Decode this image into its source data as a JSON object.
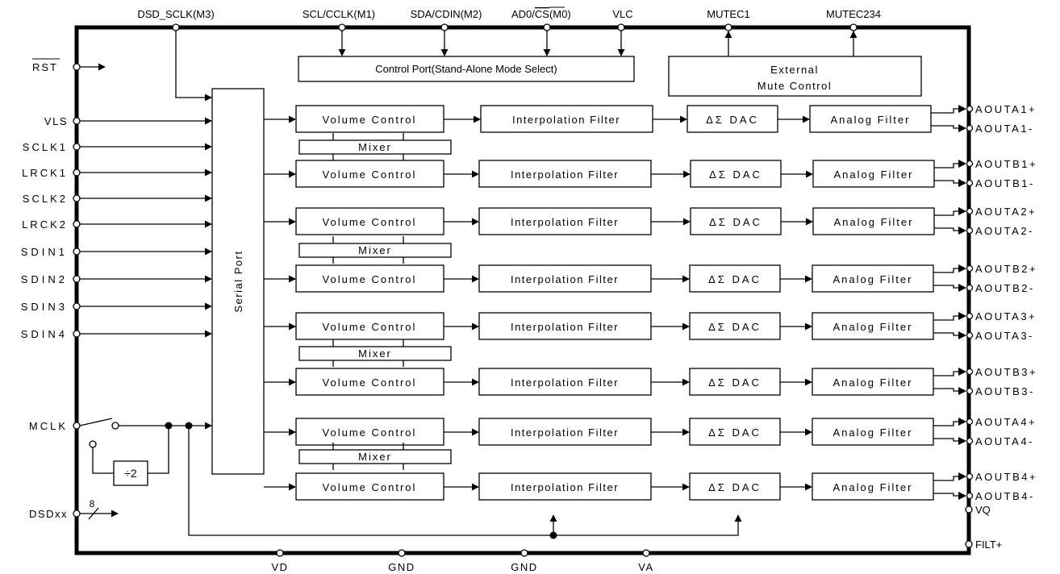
{
  "top_pins": {
    "dsd_sclk": "DSD_SCLK(M3)",
    "scl": "SCL/CCLK(M1)",
    "sda": "SDA/CDIN(M2)",
    "ad0_prefix": "AD0/",
    "ad0_cs": "CS",
    "ad0_suffix": "(M0)",
    "vlc": "VLC",
    "mutec1": "MUTEC1",
    "mutec234": "MUTEC234"
  },
  "left_pins": {
    "rst": "RST",
    "vls": "VLS",
    "sclk1": "SCLK1",
    "lrck1": "LRCK1",
    "sclk2": "SCLK2",
    "lrck2": "LRCK2",
    "sdin1": "SDIN1",
    "sdin2": "SDIN2",
    "sdin3": "SDIN3",
    "sdin4": "SDIN4",
    "mclk": "MCLK",
    "dsdxx": "DSDxx",
    "bus_width": "8"
  },
  "bottom_pins": {
    "vd": "VD",
    "gnd1": "GND",
    "gnd2": "GND",
    "va": "VA"
  },
  "right_pins": {
    "outputs": [
      "AOUTA1+",
      "AOUTA1-",
      "AOUTB1+",
      "AOUTB1-",
      "AOUTA2+",
      "AOUTA2-",
      "AOUTB2+",
      "AOUTB2-",
      "AOUTA3+",
      "AOUTA3-",
      "AOUTB3+",
      "AOUTB3-",
      "AOUTA4+",
      "AOUTA4-",
      "AOUTB4+",
      "AOUTB4-"
    ],
    "vq": "VQ",
    "filt": "FILT+"
  },
  "blocks": {
    "control_port": "Control Port(Stand-Alone Mode Select)",
    "mute_line1": "External",
    "mute_line2": "Mute Control",
    "serial_port": "Serial Port",
    "volume": "Volume Control",
    "mixer": "Mixer",
    "interp": "Interpolation Filter",
    "dac": "ΔΣ DAC",
    "analog": "Analog Filter",
    "divider": "÷2"
  }
}
